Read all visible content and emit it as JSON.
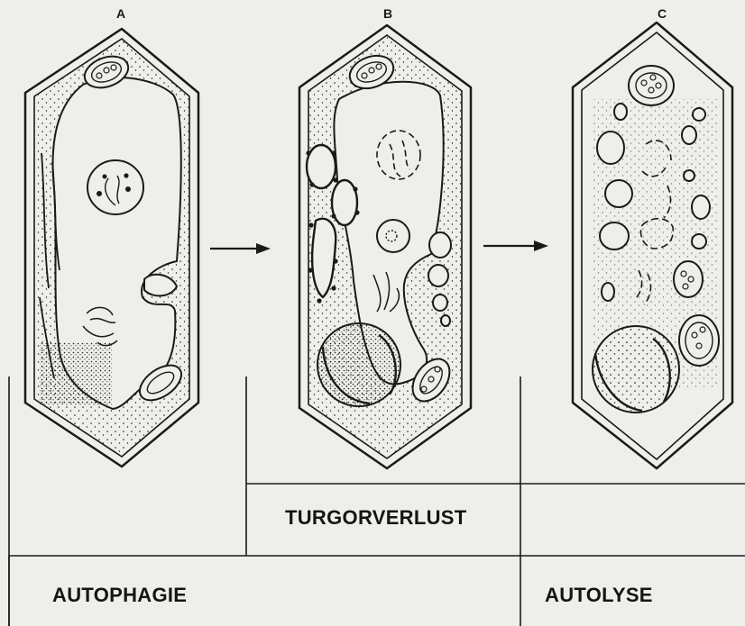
{
  "cells": [
    {
      "id": "A",
      "label": "A"
    },
    {
      "id": "B",
      "label": "B"
    },
    {
      "id": "C",
      "label": "C"
    }
  ],
  "phases": {
    "turgor_loss": "TURGORVERLUST",
    "autophagy": "AUTOPHAGIE",
    "autolysis": "AUTOLYSE"
  },
  "colors": {
    "paper": "#eeeeea",
    "ink": "#1a1a1a"
  }
}
